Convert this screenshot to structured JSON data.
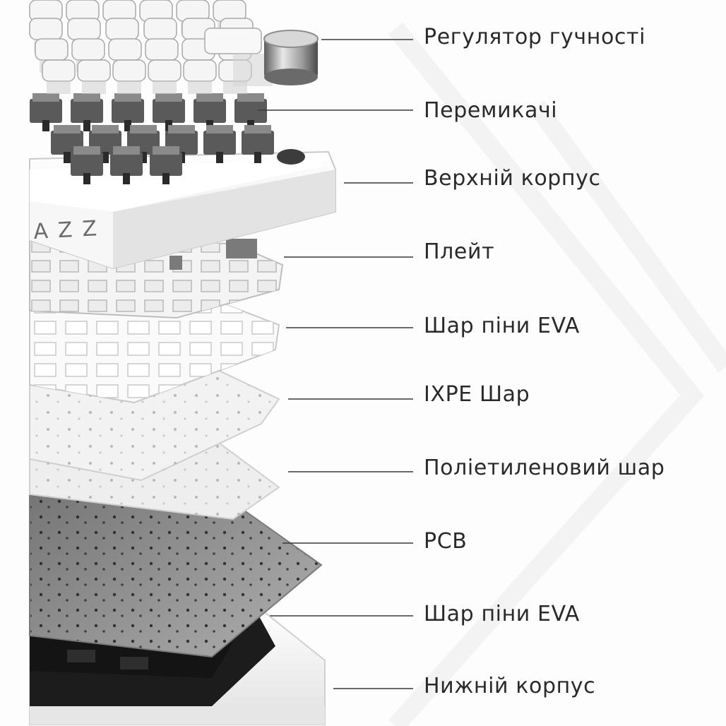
{
  "brand_mark": "AZZ",
  "labels": [
    "Регулятор гучності",
    "Перемикачі",
    "Верхній корпус",
    "Плейт",
    "Шар піни EVA",
    "IXPE Шар",
    "Поліетиленовий шар",
    "PCB",
    "Шар піни EVA",
    "Нижній корпус"
  ],
  "colors": {
    "background": "#fdfdfd",
    "text": "#2a2a2a",
    "leader_line": "#3a3a3a",
    "case": "#f1f1f1",
    "pcb": "#9a9a9a",
    "eva_bottom": "#1c1c1c",
    "switch": "#5a5a5a"
  }
}
